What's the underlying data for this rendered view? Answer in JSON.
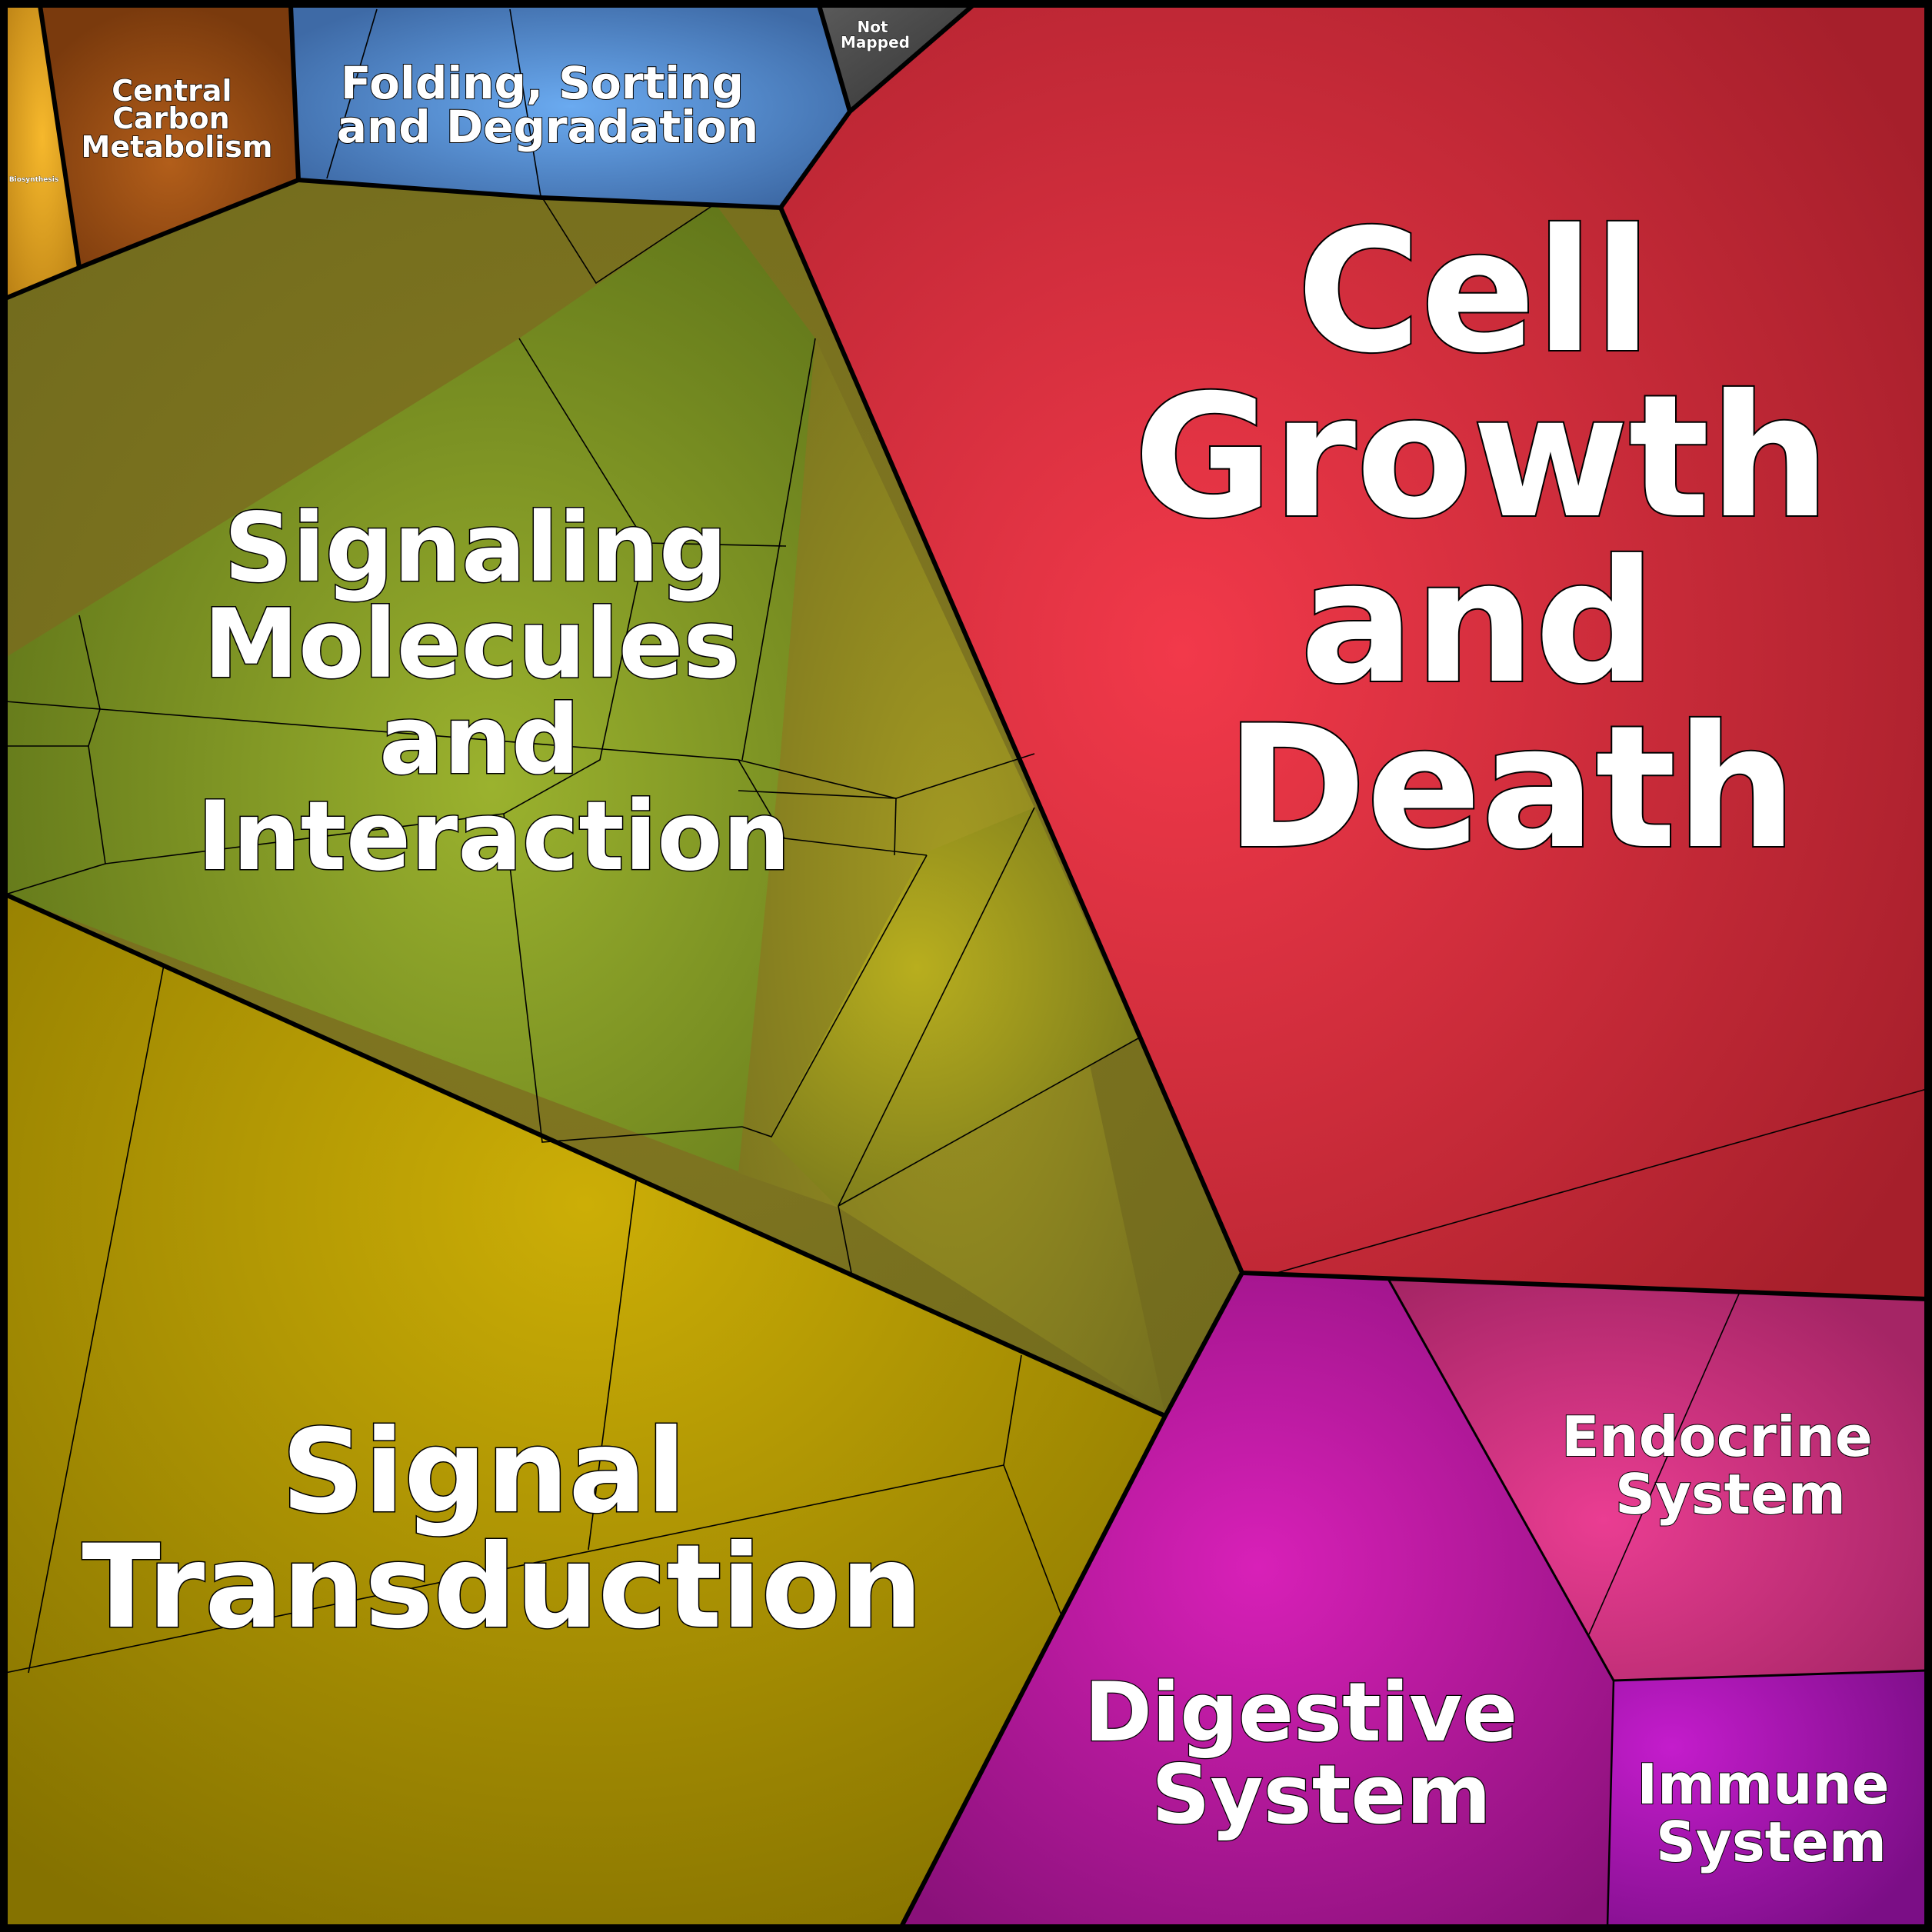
{
  "title": "",
  "colors": {
    "cell_growth": "#d42d3b",
    "signaling_molecules": "#7f9628",
    "signal_transduction": "#b49a08",
    "digestive": "#c71aa6",
    "endocrine": "#c9367a",
    "immune": "#a519a8",
    "folding_sorting": "#5a8fd0",
    "central_carbon": "#984e14",
    "biosynthesis": "#d69a1e",
    "not_mapped": "#474747",
    "olive": "#85811f"
  },
  "labels": {
    "cell_growth": [
      "Cell",
      "Growth",
      "and",
      "Death"
    ],
    "signaling": [
      "Signaling",
      "Molecules",
      "and",
      "Interaction"
    ],
    "signal_transduction": [
      "Signal",
      "Transduction"
    ],
    "digestive": [
      "Digestive",
      "System"
    ],
    "endocrine": [
      "Endocrine",
      "System"
    ],
    "immune": [
      "Immune",
      "System"
    ],
    "folding": [
      "Folding, Sorting",
      "and Degradation"
    ],
    "central_carbon": [
      "Central",
      "Carbon",
      "Metabolism"
    ],
    "not_mapped": [
      "Not",
      "Mapped"
    ],
    "biosynthesis": [
      "Biosynthesis"
    ]
  }
}
